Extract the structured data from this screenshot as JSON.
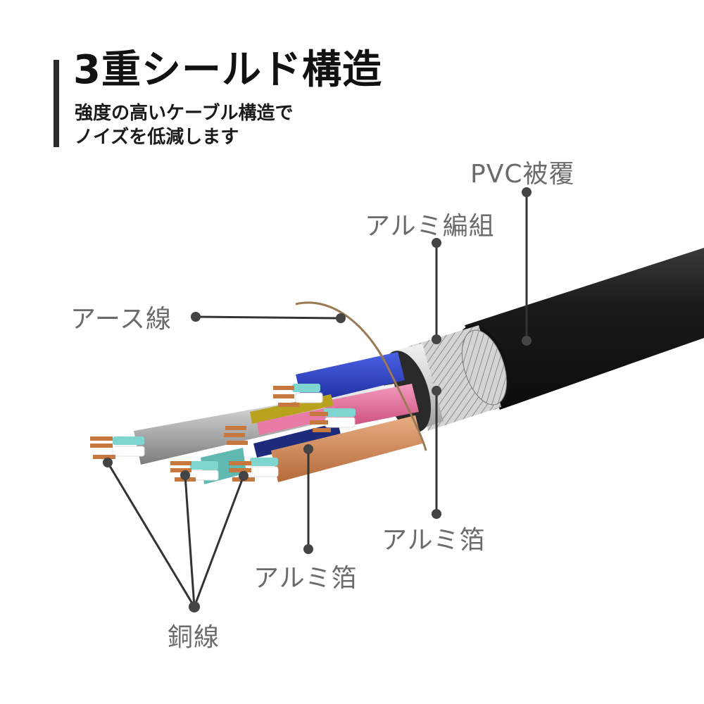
{
  "header": {
    "title": "3重シールド構造",
    "subtitle_line1": "強度の高いケーブル構造で",
    "subtitle_line2": "ノイズを低減します",
    "accent_color": "#2b2b2b"
  },
  "labels": {
    "pvc_jacket": "PVC被覆",
    "aluminum_braid": "アルミ編組",
    "ground_wire": "アース線",
    "aluminum_foil_outer": "アルミ箔",
    "aluminum_foil_inner": "アルミ箔",
    "copper_wire": "銅線"
  },
  "colors": {
    "label_text": "#6b6b6b",
    "leader_line": "#333333",
    "leader_dot": "#444444",
    "jacket": "#1c1c1c",
    "braid": "#c9c9c9",
    "foil": "#d8d8d8",
    "pair_blue": "#2f45c4",
    "pair_pink": "#e86a9c",
    "pair_copper": "#d4895a",
    "pair_silver": "#b9b9b9",
    "pair_teal": "#5fb9b0",
    "pair_yellow": "#b9a21e",
    "conductor_copper": "#c7783f",
    "insulation_cyan": "#7fd6d0"
  }
}
